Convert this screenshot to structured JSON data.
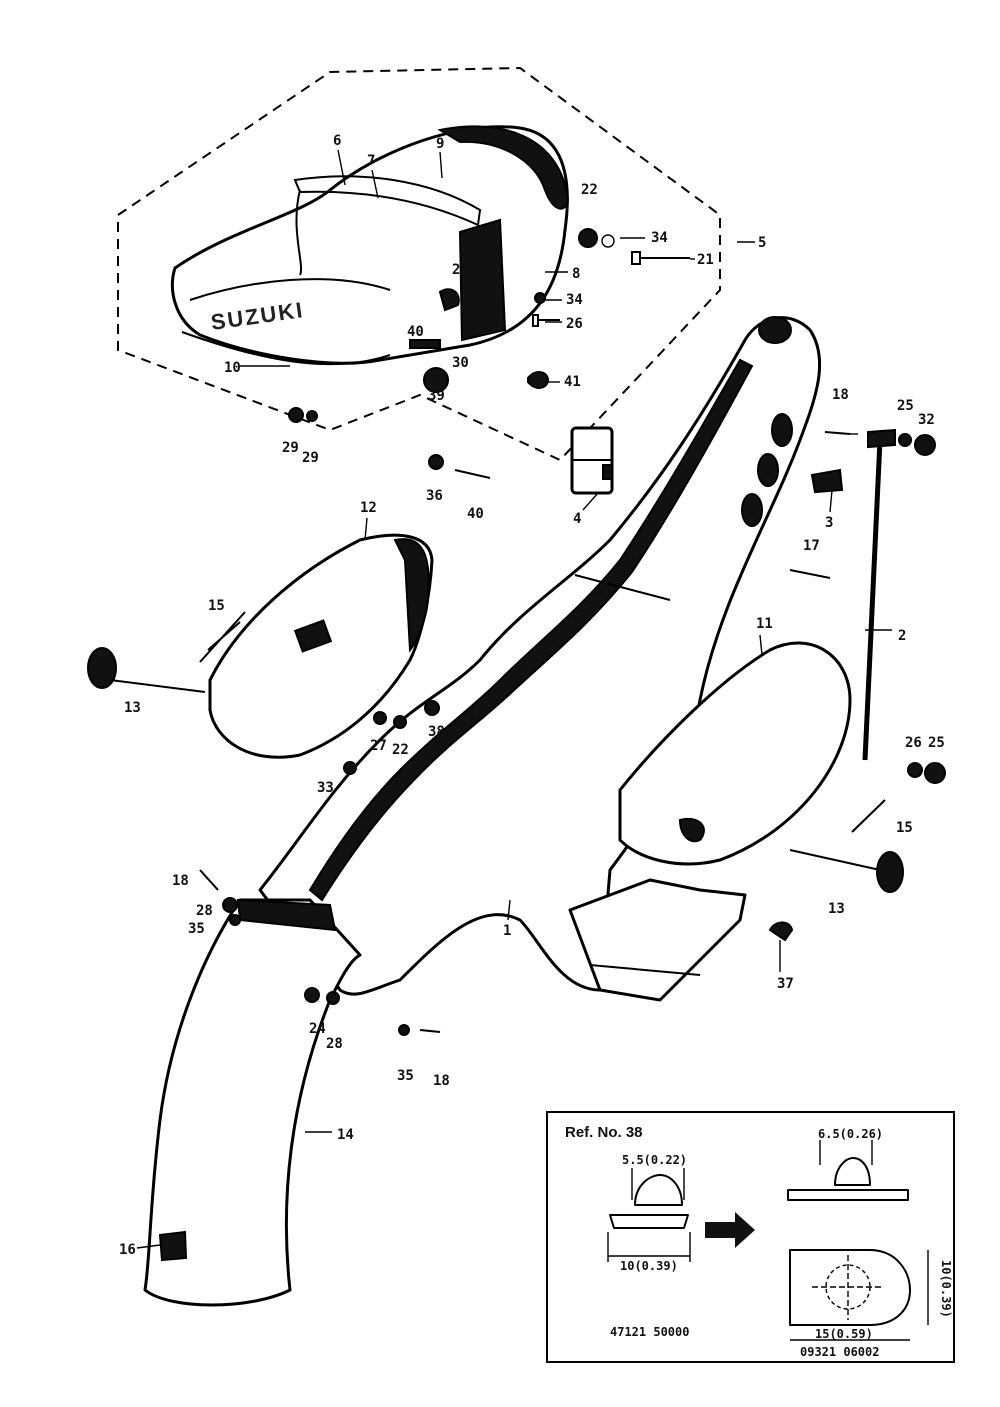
{
  "brand_text": "SUZUKI",
  "callouts": [
    {
      "id": "c6",
      "label": "6"
    },
    {
      "id": "c7",
      "label": "7"
    },
    {
      "id": "c9",
      "label": "9"
    },
    {
      "id": "c22a",
      "label": "22"
    },
    {
      "id": "c34a",
      "label": "34"
    },
    {
      "id": "c21",
      "label": "21"
    },
    {
      "id": "c5",
      "label": "5"
    },
    {
      "id": "c8",
      "label": "8"
    },
    {
      "id": "c23",
      "label": "23"
    },
    {
      "id": "c34b",
      "label": "34"
    },
    {
      "id": "c26",
      "label": "26"
    },
    {
      "id": "c40a",
      "label": "40"
    },
    {
      "id": "c30",
      "label": "30"
    },
    {
      "id": "c41",
      "label": "41"
    },
    {
      "id": "c39",
      "label": "39"
    },
    {
      "id": "c10",
      "label": "10"
    },
    {
      "id": "c29a",
      "label": "29"
    },
    {
      "id": "c29b",
      "label": "29"
    },
    {
      "id": "c36",
      "label": "36"
    },
    {
      "id": "c40b",
      "label": "40"
    },
    {
      "id": "c4",
      "label": "4"
    },
    {
      "id": "c18a",
      "label": "18"
    },
    {
      "id": "c25a",
      "label": "25"
    },
    {
      "id": "c32",
      "label": "32"
    },
    {
      "id": "c3",
      "label": "3"
    },
    {
      "id": "c17",
      "label": "17"
    },
    {
      "id": "c2",
      "label": "2"
    },
    {
      "id": "c12",
      "label": "12"
    },
    {
      "id": "c15a",
      "label": "15"
    },
    {
      "id": "c13a",
      "label": "13"
    },
    {
      "id": "c38",
      "label": "38"
    },
    {
      "id": "c27",
      "label": "27"
    },
    {
      "id": "c22b",
      "label": "22"
    },
    {
      "id": "c33",
      "label": "33"
    },
    {
      "id": "c11",
      "label": "11"
    },
    {
      "id": "c26b",
      "label": "26"
    },
    {
      "id": "c25b",
      "label": "25"
    },
    {
      "id": "c15b",
      "label": "15"
    },
    {
      "id": "c13b",
      "label": "13"
    },
    {
      "id": "c18b",
      "label": "18"
    },
    {
      "id": "c28a",
      "label": "28"
    },
    {
      "id": "c35a",
      "label": "35"
    },
    {
      "id": "c1",
      "label": "1"
    },
    {
      "id": "c37",
      "label": "37"
    },
    {
      "id": "c24",
      "label": "24"
    },
    {
      "id": "c28b",
      "label": "28"
    },
    {
      "id": "c35b",
      "label": "35"
    },
    {
      "id": "c18c",
      "label": "18"
    },
    {
      "id": "c14",
      "label": "14"
    },
    {
      "id": "c16",
      "label": "16"
    }
  ],
  "inset": {
    "title": "Ref. No. 38",
    "dim_top_left": "5.5(0.22)",
    "dim_top_right": "6.5(0.26)",
    "dim_bottom_left": "10(0.39)",
    "dim_bottom_right": "15(0.59)",
    "dim_vertical": "10(0.39)",
    "part_no_left": "47121 50000",
    "part_no_right": "09321 06002"
  }
}
